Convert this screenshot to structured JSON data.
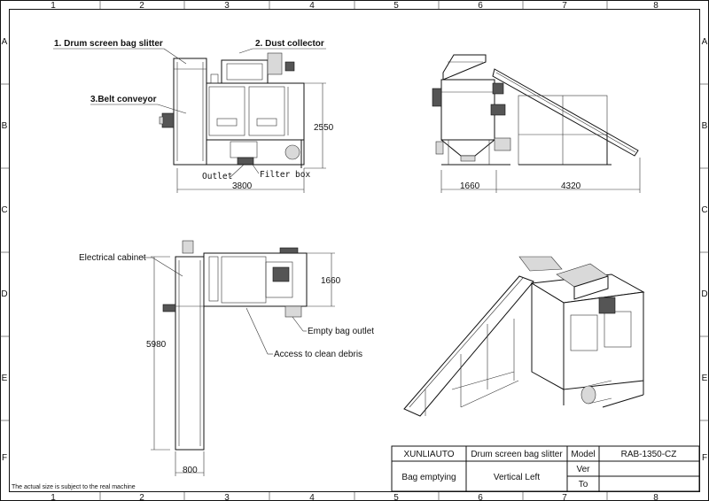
{
  "grid": {
    "columns": [
      "1",
      "2",
      "3",
      "4",
      "5",
      "6",
      "7",
      "8"
    ],
    "rows": [
      "A",
      "B",
      "C",
      "D",
      "E",
      "F"
    ]
  },
  "labels": {
    "drum_screen_bag_slitter": "1. Drum screen bag slitter",
    "dust_collector": "2. Dust collector",
    "belt_conveyor": "3.Belt conveyor",
    "outlet": "Outlet",
    "filter_box": "Filter box",
    "electrical_cabinet": "Electrical cabinet",
    "empty_bag_outlet": "Empty bag outlet",
    "access_to_clean_debris": "Access to clean debris"
  },
  "dimensions": {
    "front_height": "2550",
    "front_width": "3800",
    "side_left_width": "1660",
    "side_right_width": "4320",
    "top_height": "1660",
    "top_length": "5980",
    "top_width": "800"
  },
  "title_block": {
    "company": "XUNLIAUTO",
    "product": "Drum screen bag slitter",
    "model_label": "Model",
    "model_value": "RAB-1350-CZ",
    "ver_label": "Ver",
    "to_label": "To",
    "function": "Bag emptying",
    "orientation": "Vertical Left"
  },
  "footnote": "The actual size is subject to the real machine"
}
